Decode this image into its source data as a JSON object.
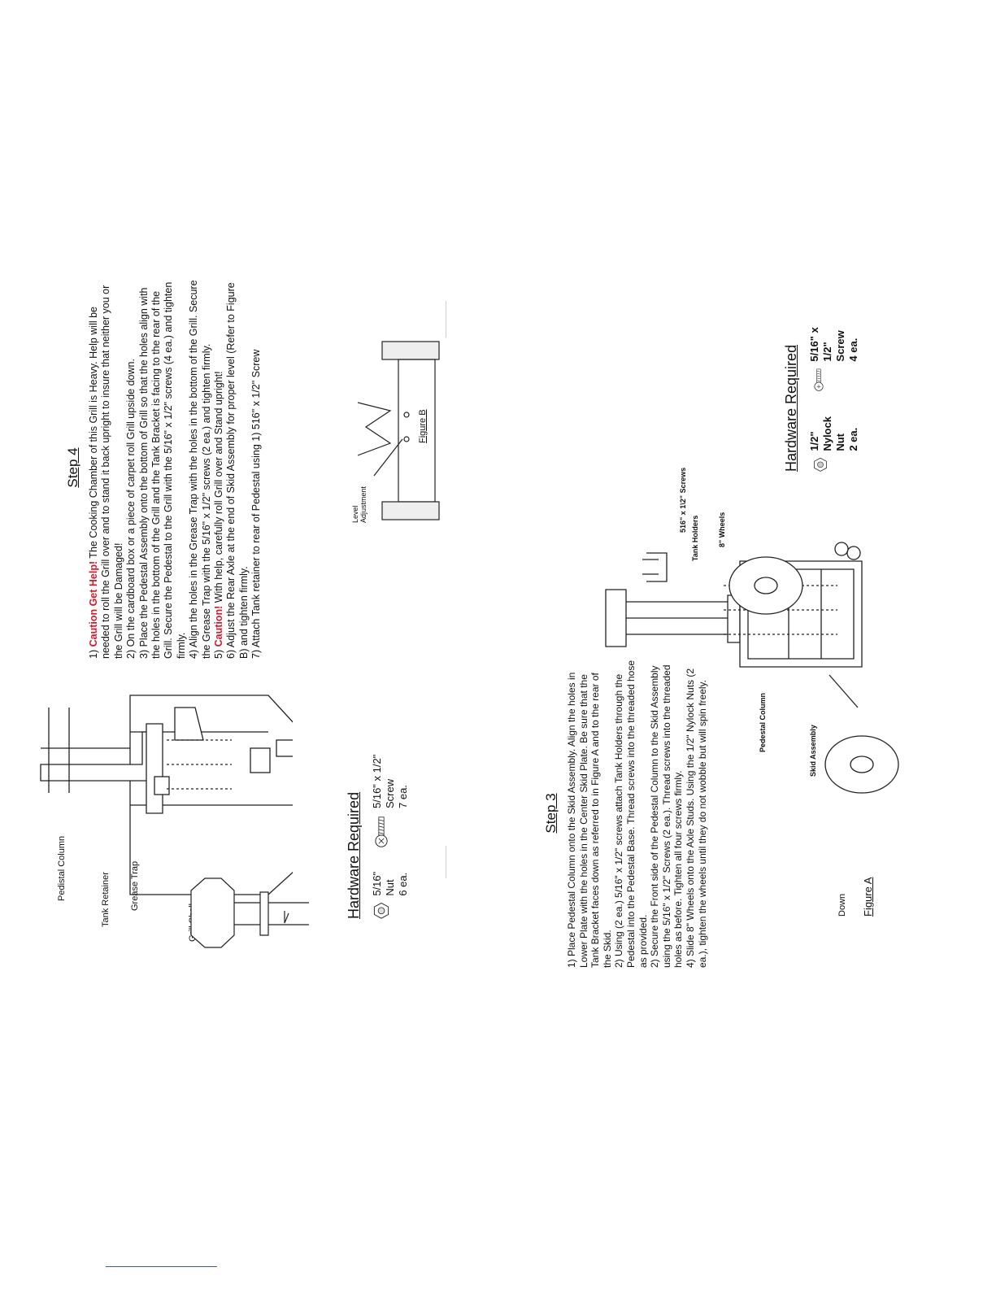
{
  "step4": {
    "title": "Step 4",
    "caution_get_help": "Caution Get Help!",
    "para1_num": "1) ",
    "para1_rest": " The Cooking Chamber of this Grill is Heavy.  Help will be needed to roll the Grill over and to stand it back upright to insure that neither you or the Grill will be Damaged!",
    "para2": "2) On the cardboard box or a piece of carpet roll Grill upside down.",
    "para3": "3) Place the Pedestal Assembly onto the bottom of Grill so that the holes align with the holes in the bottom of the Grill and the Tank Bracket is facing to the rear of the Grill. Secure the Pedestal to the Grill with the 5/16\" x 1/2\" screws (4 ea.) and tighten firmly.",
    "para4": "4) Align the holes in the Grease Trap with the holes in the bottom of the Grill. Secure the Grease Trap with the 5/16\" x 1/2\" screws (2 ea.) and tighten firmly.",
    "para5_num": "5) ",
    "caution": "Caution!",
    "para5_rest": " With help, carefully roll Grill over and Stand upright!",
    "para6": "6) Adjust the Rear Axle at the end of Skid Assembly for proper level (Refer to Figure B) and tighten firmly.",
    "para7": "7) Attach Tank retainer to rear of Pedestal  using 1) 516\" x 1/2\" Screw"
  },
  "step3": {
    "title": "Step 3",
    "para1": "1) Place Pedestal Column onto the Skid Assembly.  Align the holes in Lower Plate with the holes in the Center Skid Plate.  Be sure that the Tank Bracket faces down as referred to in Figure A and to the rear of the Skid.",
    "para2": "2) Using (2 ea.) 5/16\" x 1/2\" screws attach Tank Holders through the Pedestal into the Pedestal Base.  Thread screws into the threaded hose as provided.",
    "para3": "2) Secure the Front side of the Pedestal Column to the Skid Assembly  using the 5/16\" x 1/2\" Screws (2 ea.). Thread screws into the threaded holes as before.  Tighten all four screws firmly.",
    "para4": "4) Slide 8\" Wheels onto the Axle Studs.  Using the 1/2\" Nylock Nuts (2 ea.), tighten the wheels until they do not wobble but will spin freely."
  },
  "diagram_step4": {
    "labels": {
      "pedestal_column": "Pedistal Column",
      "tank_retainer": "Tank Retainer",
      "grease_trap": "Grease Trap",
      "grill_shell": "Grill Shell"
    }
  },
  "hardware_step4": {
    "title": "Hardware Required",
    "nut_name": "5/16\" Nut",
    "nut_qty": "6 ea.",
    "screw_name": "5/16\" x 1/2\" Screw",
    "screw_qty": "7 ea."
  },
  "figure_b": {
    "caption": "Figure B",
    "label_line1": "Level",
    "label_line2": "Adjustment"
  },
  "diagram_step3": {
    "labels": {
      "screws": "516\" x 1\\2\" Screws",
      "tank_holders": "Tank Holders",
      "wheels": "8\" Wheels",
      "pedestal_column": "Pedestal Column",
      "skid_assembly": "Skid Assembly"
    }
  },
  "figure_a": {
    "caption": "Figure A",
    "down": "Down"
  },
  "hardware_step3": {
    "title": "Hardware Required",
    "nut_name": "1/2\" Nylock Nut",
    "nut_qty": "2 ea.",
    "screw_name": "5/16\" x 1/2\" Screw",
    "screw_qty": "4 ea."
  },
  "colors": {
    "caution": "#d11a2a",
    "link_underline": "#3a54c8"
  }
}
